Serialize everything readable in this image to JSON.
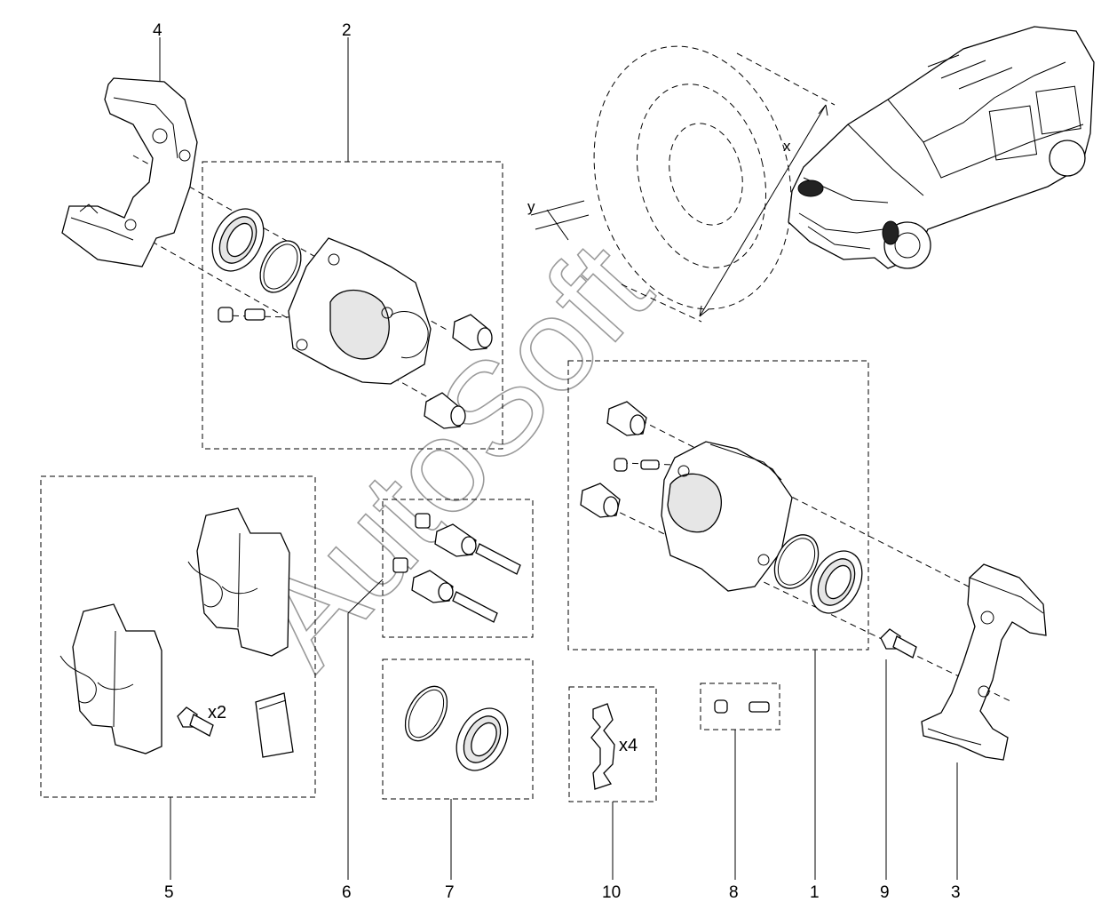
{
  "callouts": [
    {
      "id": "1",
      "label": "1"
    },
    {
      "id": "2",
      "label": "2"
    },
    {
      "id": "3",
      "label": "3"
    },
    {
      "id": "4",
      "label": "4"
    },
    {
      "id": "5",
      "label": "5"
    },
    {
      "id": "6",
      "label": "6"
    },
    {
      "id": "7",
      "label": "7"
    },
    {
      "id": "8",
      "label": "8"
    },
    {
      "id": "9",
      "label": "9"
    },
    {
      "id": "10",
      "label": "10"
    }
  ],
  "multipliers": {
    "bolt_pair": "x2",
    "clip_set": "x4"
  },
  "dimensions": {
    "x": "x",
    "y": "y"
  },
  "watermark": "AutoSoft",
  "colors": {
    "line": "#000000",
    "watermark": "#9a9a9a",
    "background": "#ffffff"
  }
}
